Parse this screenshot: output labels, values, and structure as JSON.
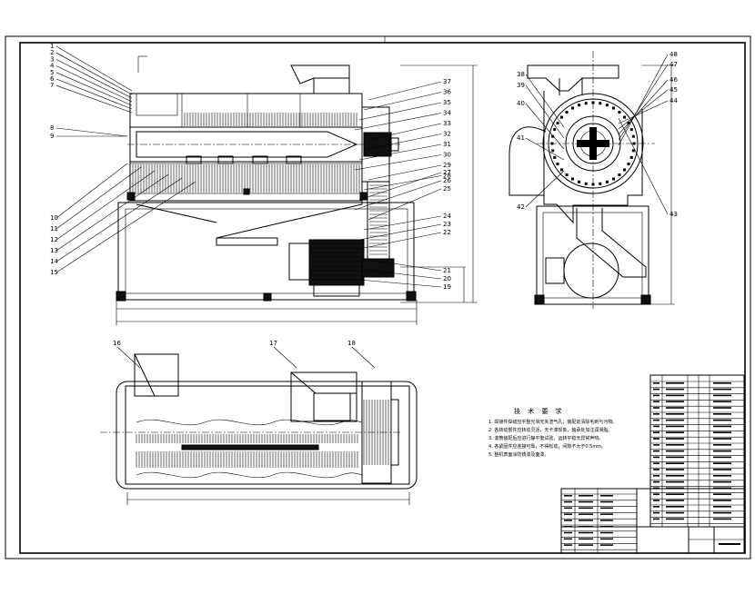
{
  "callouts_front": {
    "left": [
      "1",
      "2",
      "3",
      "4",
      "5",
      "6",
      "7",
      "8",
      "9",
      "10",
      "11",
      "12",
      "13",
      "14",
      "15"
    ],
    "right": [
      "37",
      "36",
      "35",
      "34",
      "33",
      "32",
      "31",
      "30",
      "29",
      "28",
      "27",
      "26",
      "25",
      "24",
      "23",
      "22",
      "21",
      "20",
      "19"
    ]
  },
  "callouts_side": [
    "38",
    "39",
    "40",
    "41",
    "42",
    "43",
    "44",
    "45",
    "46",
    "47",
    "48"
  ],
  "callouts_top": [
    "16",
    "17",
    "18"
  ],
  "tech_req": {
    "title": "技 术 要 求",
    "lines": [
      "1. 焊接件焊缝应平整光滑无夹渣气孔；装配前清除毛刺与污物。",
      "2. 各转动部件应转动灵活，无卡滞现象，轴承处加注润滑脂。",
      "3. 滚筒装配后应进行静平衡试验，运转平稳无异常声响。",
      "4. 各紧固件应连接可靠，不得松动，间隙不大于0.5mm。",
      "5. 整机表面涂防锈漆及面漆。"
    ]
  }
}
